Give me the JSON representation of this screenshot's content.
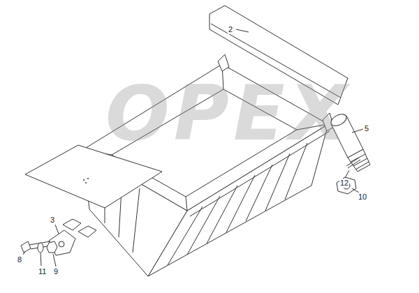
{
  "diagram": {
    "labels": [
      "OPEX",
      "2",
      "3",
      "5",
      "8",
      "9",
      "10",
      "11",
      "12"
    ]
  }
}
